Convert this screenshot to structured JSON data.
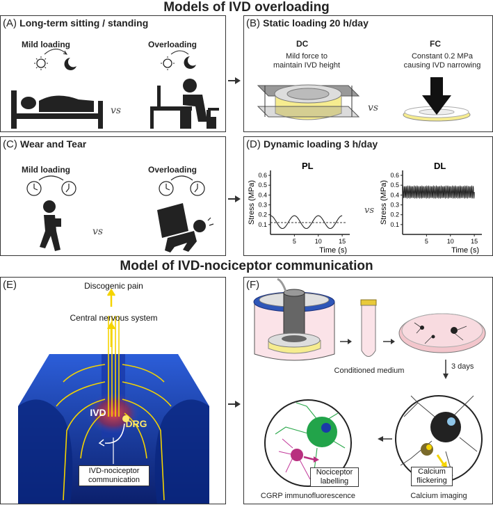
{
  "title_top": "Models of IVD overloading",
  "title_mid": "Model of IVD-nociceptor communication",
  "panelA": {
    "letter": "(A)",
    "heading": "Long-term sitting / standing",
    "left": "Mild loading",
    "right": "Overloading",
    "vs": "vs"
  },
  "panelB": {
    "letter": "(B)",
    "heading": "Static loading 20 h/day",
    "dc": "DC",
    "fc": "FC",
    "dc_desc_1": "Mild force to",
    "dc_desc_2": "maintain IVD height",
    "fc_desc_1": "Constant 0.2 MPa",
    "fc_desc_2": "causing IVD narrowing",
    "vs": "vs"
  },
  "panelC": {
    "letter": "(C)",
    "heading": "Wear and Tear",
    "left": "Mild loading",
    "right": "Overloading",
    "vs": "vs"
  },
  "panelD": {
    "letter": "(D)",
    "heading": "Dynamic loading 3 h/day",
    "vs": "vs"
  },
  "panelE": {
    "letter": "(E)",
    "pain": "Discogenic pain",
    "cns": "Central nervous system",
    "ivd": "IVD",
    "drg": "DRG",
    "comm_1": "IVD-nociceptor",
    "comm_2": "communication"
  },
  "panelF": {
    "letter": "(F)",
    "medium": "Conditioned medium",
    "days": "3 days",
    "nociceptor_1": "Nociceptor",
    "nociceptor_2": "labelling",
    "calcium_1": "Calcium",
    "calcium_2": "flickering",
    "cgrp": "CGRP immunofluorescence",
    "ca_imaging": "Calcium imaging"
  },
  "chart_data": [
    {
      "type": "line",
      "title": "PL",
      "ylabel": "Stress (MPa)",
      "xlabel": "Time (s)",
      "x_ticks": [
        5,
        10,
        15
      ],
      "y_ticks": [
        0.1,
        0.2,
        0.3,
        0.4,
        0.5,
        0.6
      ],
      "xlim": [
        0,
        16
      ],
      "ylim": [
        0,
        0.65
      ],
      "baseline": 0.12,
      "series": [
        {
          "x": [
            0,
            1.25,
            2.5,
            3.75,
            5,
            6.25,
            7.5,
            8.75,
            10,
            11.25,
            12.5,
            13.75,
            15
          ],
          "y": [
            0.06,
            0.12,
            0.19,
            0.12,
            0.06,
            0.12,
            0.19,
            0.12,
            0.06,
            0.12,
            0.19,
            0.12,
            0.06
          ]
        }
      ]
    },
    {
      "type": "line",
      "title": "DL",
      "ylabel": "Stress (MPa)",
      "xlabel": "Time (s)",
      "x_ticks": [
        5,
        10,
        15
      ],
      "y_ticks": [
        0.1,
        0.2,
        0.3,
        0.4,
        0.5,
        0.6
      ],
      "xlim": [
        0,
        16
      ],
      "ylim": [
        0,
        0.65
      ],
      "series": [
        {
          "frequency_hz": 3,
          "min": 0.37,
          "max": 0.49,
          "duration": 15
        }
      ]
    }
  ]
}
